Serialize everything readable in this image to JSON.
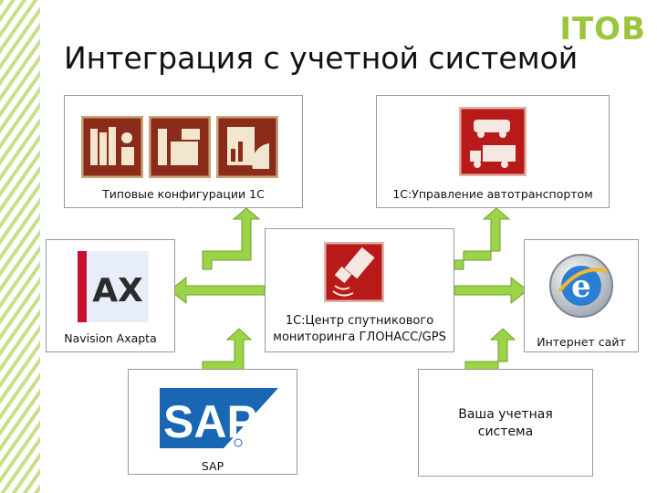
{
  "brand": "ITOB",
  "title": "Интеграция с учетной системой",
  "nodes": {
    "typical": "Типовые конфигурации 1С",
    "transport": "1С:Управление автотранспортом",
    "axapta": "Navision Axapta",
    "monitoring_line1": "1С:Центр спутникового",
    "monitoring_line2": "мониторинга ГЛОНАСС/GPS",
    "internet": "Интернет сайт",
    "sap": "SAP",
    "your_line1": "Ваша учетная",
    "your_line2": "система"
  },
  "logos": {
    "ax": "AX",
    "sap": "SAP",
    "ie": "e"
  },
  "colors": {
    "accent": "#9bc63c",
    "brown": "#8b2b1a",
    "red": "#b81a1a",
    "sap_blue": "#1866b4"
  },
  "icons": [
    "books-icon",
    "office-icon",
    "chart-icon",
    "truck-icon",
    "satellite-icon",
    "ax-logo",
    "sap-logo",
    "internet-explorer-icon"
  ]
}
